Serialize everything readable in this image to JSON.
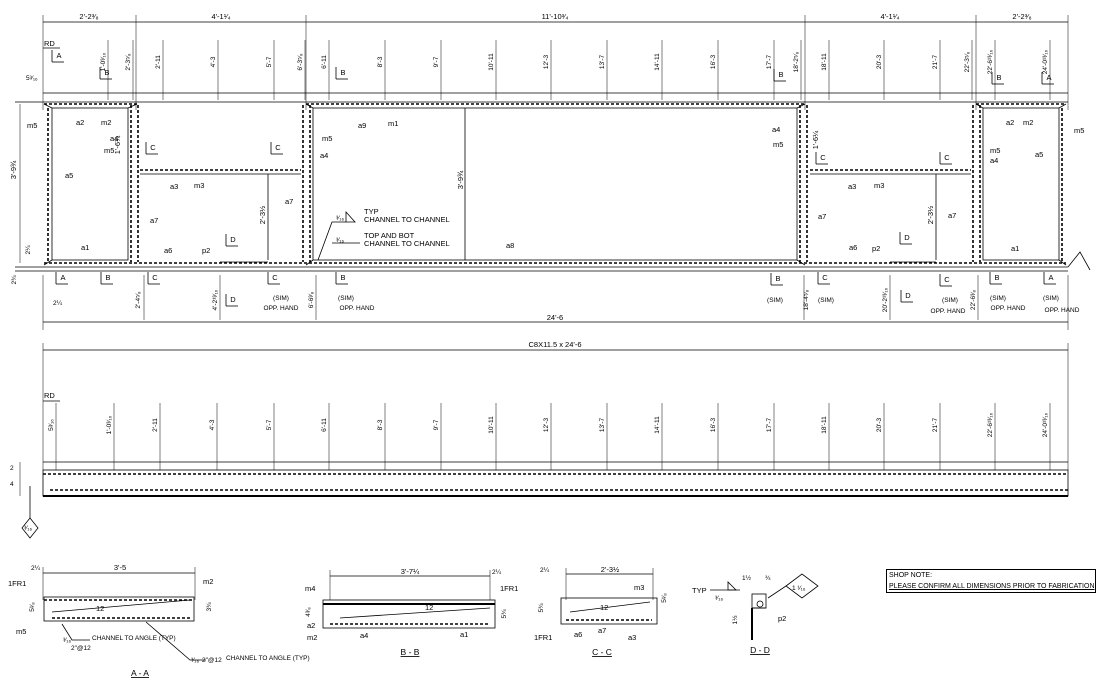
{
  "drawing": {
    "top_span_dims": [
      "2'-2³⁄₈",
      "4'-1¹⁄₄",
      "11'-10³⁄₄",
      "4'-1¹⁄₄",
      "2'-2³⁄₈"
    ],
    "rd_label": "RD",
    "rd_offset": "5³⁄₁₆",
    "ordinate_dims": [
      "1'-0³⁄₁₆",
      "2'-3⁵⁄₈",
      "2'-11",
      "4'-3",
      "5'-7",
      "6'-3⁵⁄₈",
      "6'-11",
      "8'-3",
      "9'-7",
      "10'-11",
      "12'-3",
      "13'-7",
      "14'-11",
      "16'-3",
      "17'-7",
      "18'-2⁵⁄₈",
      "18'-11",
      "20'-3",
      "21'-7",
      "22'-3⁵⁄₈",
      "22'-6¹³⁄₁₆",
      "24'-0¹³⁄₁₆"
    ],
    "elevation_ordinates": [
      "5³⁄₁₆",
      "1'-0³⁄₁₆",
      "2'-11",
      "4'-3",
      "5'-7",
      "6'-11",
      "8'-3",
      "9'-7",
      "10'-11",
      "12'-3",
      "13'-7",
      "14'-11",
      "16'-3",
      "17'-7",
      "18'-11",
      "20'-3",
      "21'-7",
      "22'-6¹³⁄₁₆",
      "24'-0¹³⁄₁₆"
    ],
    "overall_length": "24'-6",
    "member_label": "C8X11.5 x 24'-6",
    "height_dim": "3'-9¾",
    "inner_height": "2'-3½",
    "bay_height": "1'-6¼",
    "side_dims": [
      "2¼",
      "2¾",
      "2¼"
    ],
    "lower_dims": [
      "2'-4⁵⁄₈",
      "4'-2¹³⁄₁₆",
      "6'-6³⁄₈",
      "18'-4⁵⁄₈",
      "20'-2¹³⁄₁₆",
      "22'-6³⁄₈"
    ],
    "part_marks": [
      "a1",
      "a2",
      "a3",
      "a4",
      "a5",
      "a6",
      "a7",
      "a8",
      "a9",
      "m1",
      "m2",
      "m3",
      "m4",
      "m5",
      "p2"
    ],
    "section_letters": [
      "A",
      "B",
      "C",
      "D"
    ],
    "sim": "(SIM)",
    "opp_hand": "OPP. HAND",
    "weld_typ": "TYP",
    "weld_size_1": "³⁄₁₆",
    "channel_to_channel": "CHANNEL TO CHANNEL",
    "top_and_bot": "TOP AND BOT",
    "diamond_size": "³⁄₁₆",
    "elev_side": [
      "2",
      "4"
    ]
  },
  "sections": [
    {
      "title": "A - A",
      "width": "3'-5",
      "left": "2¼",
      "depth_l": "5¹⁄₈",
      "depth_r": "3¾",
      "slope": "12",
      "labels": [
        "1FR1",
        "m2",
        "m5"
      ],
      "weld1": "³⁄₁₆",
      "weld1_note": "2\"@12",
      "weld_text": "CHANNEL TO ANGLE (TYP)"
    },
    {
      "title": "B - B",
      "width": "3'-7¼",
      "right": "2¼",
      "depth_l": "4³⁄₈",
      "depth_r": "5¾",
      "slope": "12",
      "labels": [
        "m4",
        "a2",
        "m2",
        "a4",
        "a1",
        "1FR1"
      ]
    },
    {
      "title": "C - C",
      "width": "2'-3½",
      "left": "2¼",
      "depth_l": "5¾",
      "depth_r": "5¹⁄₈",
      "slope": "12",
      "labels": [
        "m3",
        "1FR1",
        "a6",
        "a7",
        "a3"
      ]
    },
    {
      "title": "D - D",
      "typ": "TYP",
      "weld": "³⁄₁₆",
      "dims": [
        "1½",
        "¾",
        "1½"
      ],
      "diamond": "1 ¹⁄₁₆",
      "labels": [
        "p2"
      ]
    }
  ],
  "shop_note": {
    "title": "SHOP NOTE:",
    "text": "PLEASE CONFIRM ALL DIMENSIONS PRIOR TO FABRICATION"
  }
}
